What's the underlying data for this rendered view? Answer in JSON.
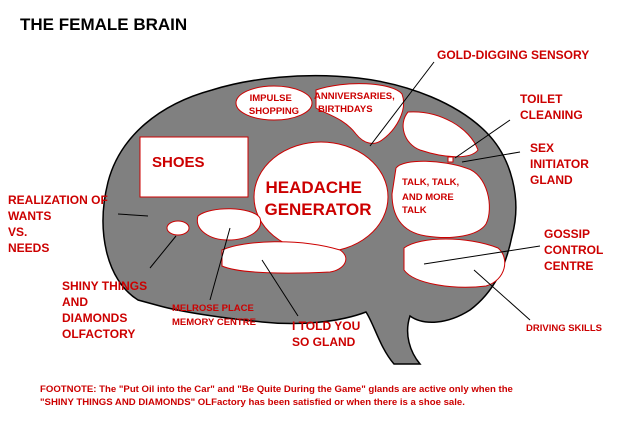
{
  "title": "THE FEMALE BRAIN",
  "colors": {
    "label_red": "#cc0000",
    "brain_gray": "#808080",
    "region_outline": "#cc0000",
    "region_fill": "#ffffff",
    "leader_line": "#000000"
  },
  "regions": {
    "shoes": "SHOES",
    "headache": [
      "HEADACHE",
      "GENERATOR"
    ],
    "impulse": [
      "IMPULSE",
      "SHOPPING"
    ],
    "anniversaries": [
      "ANNIVERSARIES,",
      "BIRTHDAYS"
    ],
    "talk": [
      "TALK, TALK,",
      "AND MORE",
      "TALK"
    ]
  },
  "labels": {
    "gold_digging": "GOLD-DIGGING SENSORY",
    "toilet": [
      "TOILET",
      "CLEANING"
    ],
    "sex": [
      "SEX",
      "INITIATOR",
      "GLAND"
    ],
    "realization": [
      "REALIZATION OF",
      "WANTS",
      "VS.",
      "NEEDS"
    ],
    "gossip": [
      "GOSSIP",
      "CONTROL",
      "CENTRE"
    ],
    "shiny": [
      "SHINY THINGS",
      "AND",
      "DIAMONDS",
      "OLFACTORY"
    ],
    "melrose": [
      "MELROSE PLACE",
      "MEMORY CENTRE"
    ],
    "told_you": [
      "I TOLD YOU",
      "SO GLAND"
    ],
    "driving": "DRIVING SKILLS"
  },
  "footnote": [
    "FOOTNOTE:  The \"Put Oil into the Car\" and \"Be Quite During the Game\" glands are active only when the",
    "\"SHINY THINGS AND DIAMONDS\" OLFactory has been satisfied or when there is a shoe sale."
  ]
}
